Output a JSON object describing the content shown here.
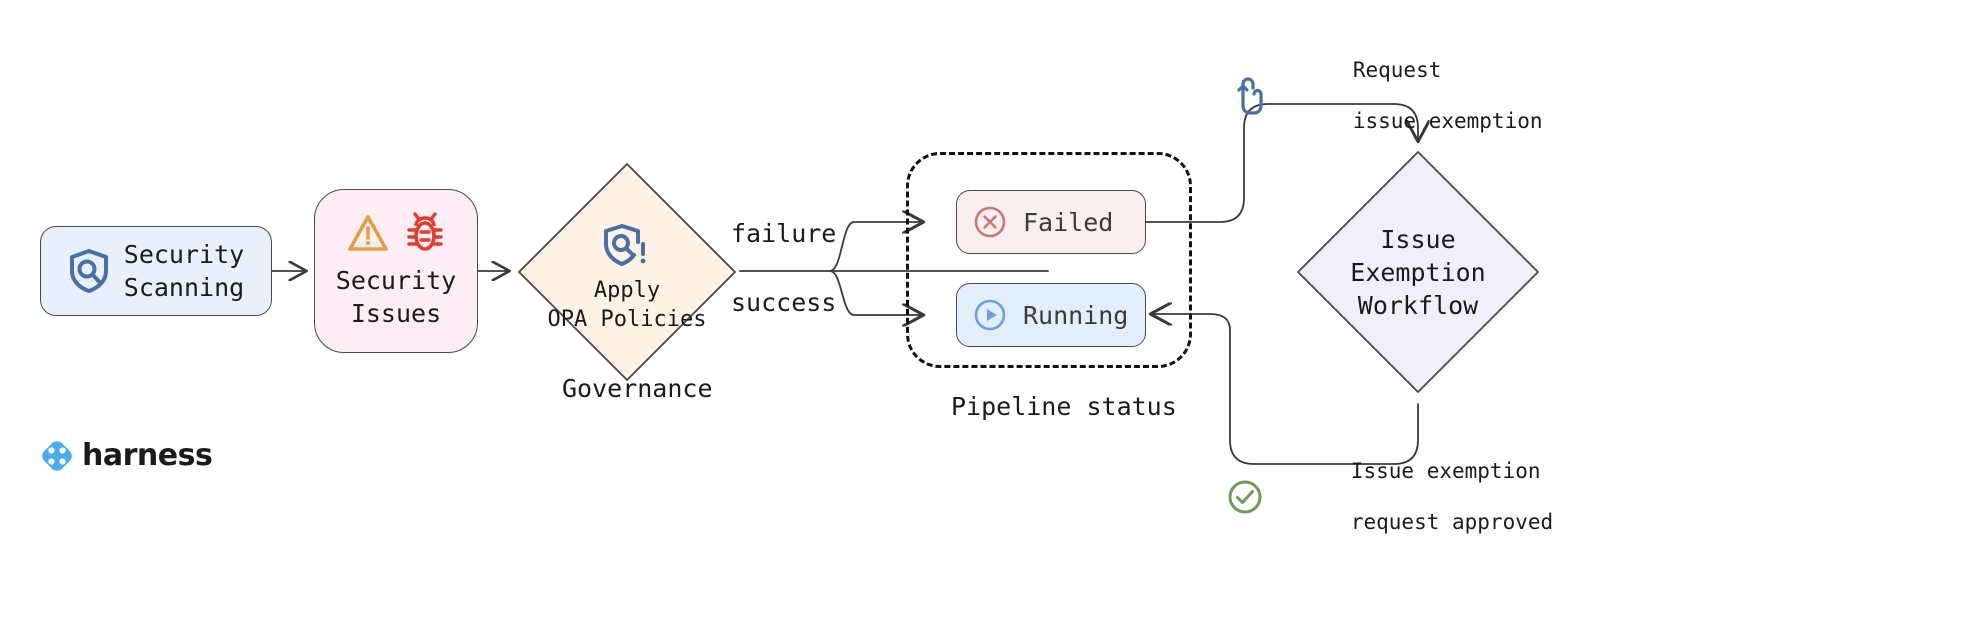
{
  "diagram": {
    "title": "Security scanning governance and issue exemption workflow",
    "background": "#ffffff"
  },
  "nodes": {
    "security_scanning": {
      "label": "Security\nScanning",
      "icon": "shield-search-icon",
      "fill": "#e8f1fb",
      "stroke": "#4a4a4a"
    },
    "security_issues": {
      "label": "Security\nIssues",
      "icons": [
        "warning-triangle-icon",
        "bug-icon"
      ],
      "fill": "#fceef4",
      "stroke": "#4a4a4a"
    },
    "governance": {
      "label": "Apply\nOPA Policies",
      "caption": "Governance",
      "icon": "shield-search-alert-icon",
      "fill": "#fdf2e3",
      "stroke": "#4a4a4a"
    },
    "failed": {
      "label": "Failed",
      "icon": "circle-x-icon",
      "fill": "#fbeeee",
      "stroke": "#4a4a4a",
      "icon_color": "#c47a7a"
    },
    "running": {
      "label": "Running",
      "icon": "circle-play-icon",
      "fill": "#e3eefb",
      "stroke": "#4a4a4a",
      "icon_color": "#6f9fe0"
    },
    "issue_exemption_workflow": {
      "label": "Issue\nExemption\nWorkflow",
      "fill": "#f1effb",
      "stroke": "#4a4a4a"
    }
  },
  "groups": {
    "pipeline_status": {
      "caption": "Pipeline status",
      "stroke": "#111111",
      "style": "dashed"
    }
  },
  "edge_labels": {
    "failure": "failure",
    "success": "success"
  },
  "annotations": {
    "request_exemption": {
      "icon": "tap-hand-icon",
      "icon_color": "#4a6fa5",
      "line1": "Request",
      "line2": "issue exemption"
    },
    "request_approved": {
      "icon": "circle-check-icon",
      "icon_color": "#6e9b5a",
      "line1": "Issue exemption",
      "line2": "request approved"
    }
  },
  "branding": {
    "logo_icon": "harness-logo-icon",
    "logo_text": "harness",
    "logo_color": "#4dabe8"
  },
  "palette": {
    "edge_stroke": "#4a4a4a",
    "text": "#1b1b1b",
    "warning": "#e0a042",
    "bug": "#e03c31",
    "blue_icon": "#4a6fa5"
  }
}
